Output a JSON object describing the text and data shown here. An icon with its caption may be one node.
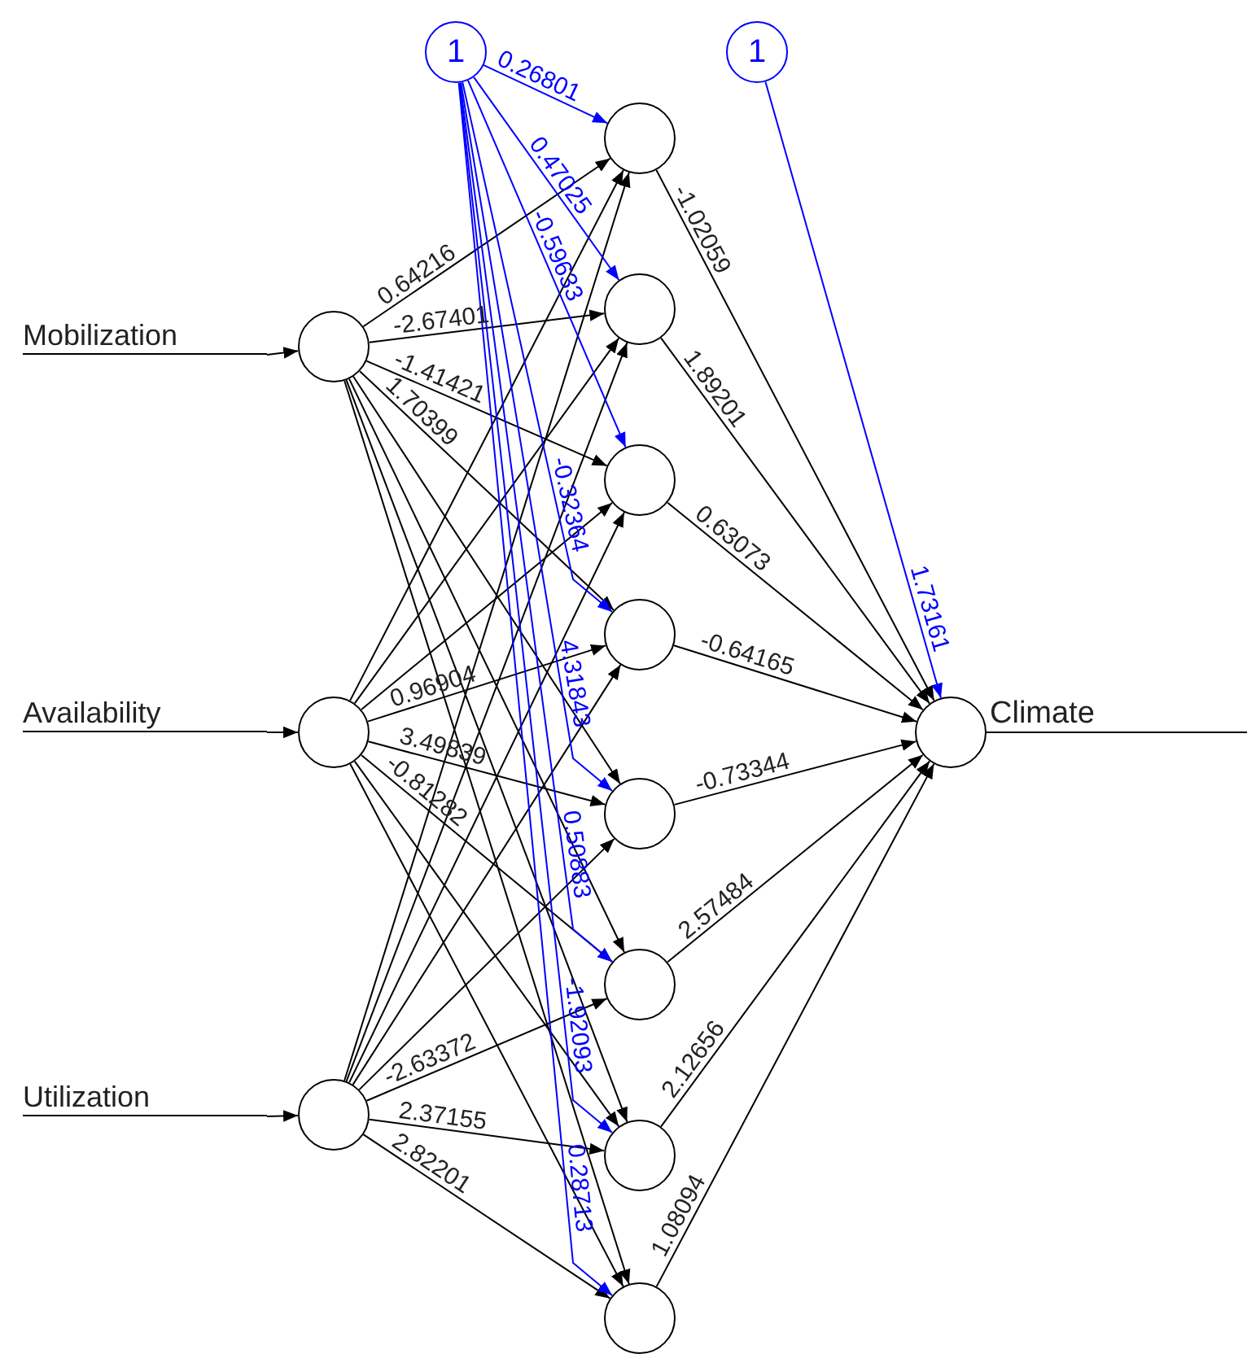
{
  "diagram": {
    "nodes": [
      {
        "text": [
          "1"
        ]
      },
      {
        "text": [
          "1"
        ]
      },
      {
        "text": [
          "Mobilization"
        ]
      },
      {
        "text": [
          "Availability"
        ]
      },
      {
        "text": [
          "Utilization"
        ]
      },
      {
        "text": [],
        "shape": "circle"
      },
      {
        "text": [],
        "shape": "circle"
      },
      {
        "text": [],
        "shape": "circle"
      },
      {
        "text": [],
        "shape": "circle"
      },
      {
        "text": [],
        "shape": "circle"
      },
      {
        "text": [],
        "shape": "circle"
      },
      {
        "text": [],
        "shape": "circle"
      },
      {
        "text": [],
        "shape": "circle"
      },
      {
        "text": [],
        "shape": "circle"
      },
      {
        "text": [],
        "shape": "circle"
      },
      {
        "text": [],
        "shape": "circle"
      },
      {
        "text": [],
        "shape": "circle",
        "beside": [
          "Climate"
        ]
      }
    ],
    "edges": [
      {
        "from": 2,
        "to": 5,
        "arrow": "to"
      },
      {
        "from": 3,
        "to": 6,
        "arrow": "to"
      },
      {
        "from": 4,
        "to": 7,
        "arrow": "to"
      },
      {
        "from": 5,
        "to": 8,
        "arrow": "to",
        "label": "0.64216"
      },
      {
        "from": 5,
        "to": 9,
        "arrow": "to",
        "label": "-2.67401"
      },
      {
        "from": 5,
        "to": 10,
        "arrow": "to",
        "label": "-1.41421"
      },
      {
        "from": 5,
        "to": 11,
        "arrow": "to",
        "label": "1.70399"
      },
      {
        "from": 5,
        "to": 12,
        "arrow": "to"
      },
      {
        "from": 5,
        "to": 13,
        "arrow": "to"
      },
      {
        "from": 5,
        "to": 14,
        "arrow": "to"
      },
      {
        "from": 5,
        "to": 15,
        "arrow": "to"
      },
      {
        "from": 6,
        "to": 8,
        "arrow": "to"
      },
      {
        "from": 6,
        "to": 9,
        "arrow": "to"
      },
      {
        "from": 6,
        "to": 10,
        "arrow": "to"
      },
      {
        "from": 6,
        "to": 11,
        "arrow": "to",
        "label": "0.96904"
      },
      {
        "from": 6,
        "to": 12,
        "arrow": "to",
        "label": "3.49839"
      },
      {
        "from": 6,
        "to": 13,
        "arrow": "to",
        "label": "-0.81282"
      },
      {
        "from": 6,
        "to": 14,
        "arrow": "to"
      },
      {
        "from": 6,
        "to": 15,
        "arrow": "to"
      },
      {
        "from": 7,
        "to": 8,
        "arrow": "to"
      },
      {
        "from": 7,
        "to": 9,
        "arrow": "to"
      },
      {
        "from": 7,
        "to": 10,
        "arrow": "to"
      },
      {
        "from": 7,
        "to": 11,
        "arrow": "to"
      },
      {
        "from": 7,
        "to": 12,
        "arrow": "to"
      },
      {
        "from": 7,
        "to": 13,
        "arrow": "to",
        "label": "-2.63372"
      },
      {
        "from": 7,
        "to": 14,
        "arrow": "to",
        "label": "2.37155"
      },
      {
        "from": 7,
        "to": 15,
        "arrow": "to",
        "label": "2.82201"
      },
      {
        "from": 0,
        "to": 8,
        "arrow": "to",
        "label": "0.26801",
        "color": "#0000ff"
      },
      {
        "from": 0,
        "to": 9,
        "arrow": "to",
        "label": "0.47025",
        "color": "#0000ff"
      },
      {
        "from": 0,
        "to": 10,
        "arrow": "to",
        "label": "-0.59633",
        "color": "#0000ff"
      },
      {
        "from": 0,
        "to": 11,
        "arrow": "to",
        "label": "-0.32364",
        "color": "#0000ff"
      },
      {
        "from": 0,
        "to": 12,
        "arrow": "to",
        "label": "4.31843",
        "color": "#0000ff"
      },
      {
        "from": 0,
        "to": 13,
        "arrow": "to",
        "label": "0.50883",
        "color": "#0000ff"
      },
      {
        "from": 0,
        "to": 14,
        "arrow": "to",
        "label": "-1.92093",
        "color": "#0000ff"
      },
      {
        "from": 0,
        "to": 15,
        "arrow": "to",
        "label": "0.28713",
        "color": "#0000ff"
      },
      {
        "from": 8,
        "to": 16,
        "arrow": "to",
        "label": "-1.02059"
      },
      {
        "from": 9,
        "to": 16,
        "arrow": "to",
        "label": "1.89201"
      },
      {
        "from": 10,
        "to": 16,
        "arrow": "to",
        "label": "0.63073"
      },
      {
        "from": 11,
        "to": 16,
        "arrow": "to",
        "label": "-0.64165"
      },
      {
        "from": 12,
        "to": 16,
        "arrow": "to",
        "label": "-0.73344"
      },
      {
        "from": 13,
        "to": 16,
        "arrow": "to",
        "label": "2.57484"
      },
      {
        "from": 14,
        "to": 16,
        "arrow": "to",
        "label": "2.12656"
      },
      {
        "from": 15,
        "to": 16,
        "arrow": "to",
        "label": "1.08094"
      },
      {
        "from": 1,
        "to": 16,
        "arrow": "to",
        "label": "1.73161",
        "color": "#0000ff"
      },
      {
        "from": 16,
        "to": null,
        "arrow": "none"
      }
    ]
  }
}
